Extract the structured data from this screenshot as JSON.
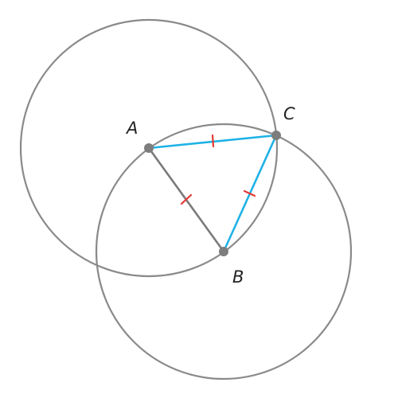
{
  "points": {
    "A": {
      "label": "A"
    },
    "B": {
      "label": "B"
    },
    "C": {
      "label": "C"
    }
  },
  "colors": {
    "circle": "#8a8a8a",
    "segment_AB": "#7a7a7a",
    "segment_AC": "#1fb2e6",
    "segment_BC": "#1fb2e6",
    "ticks": "#e53935",
    "points": "#7d7d7d",
    "labels": "#222222"
  }
}
